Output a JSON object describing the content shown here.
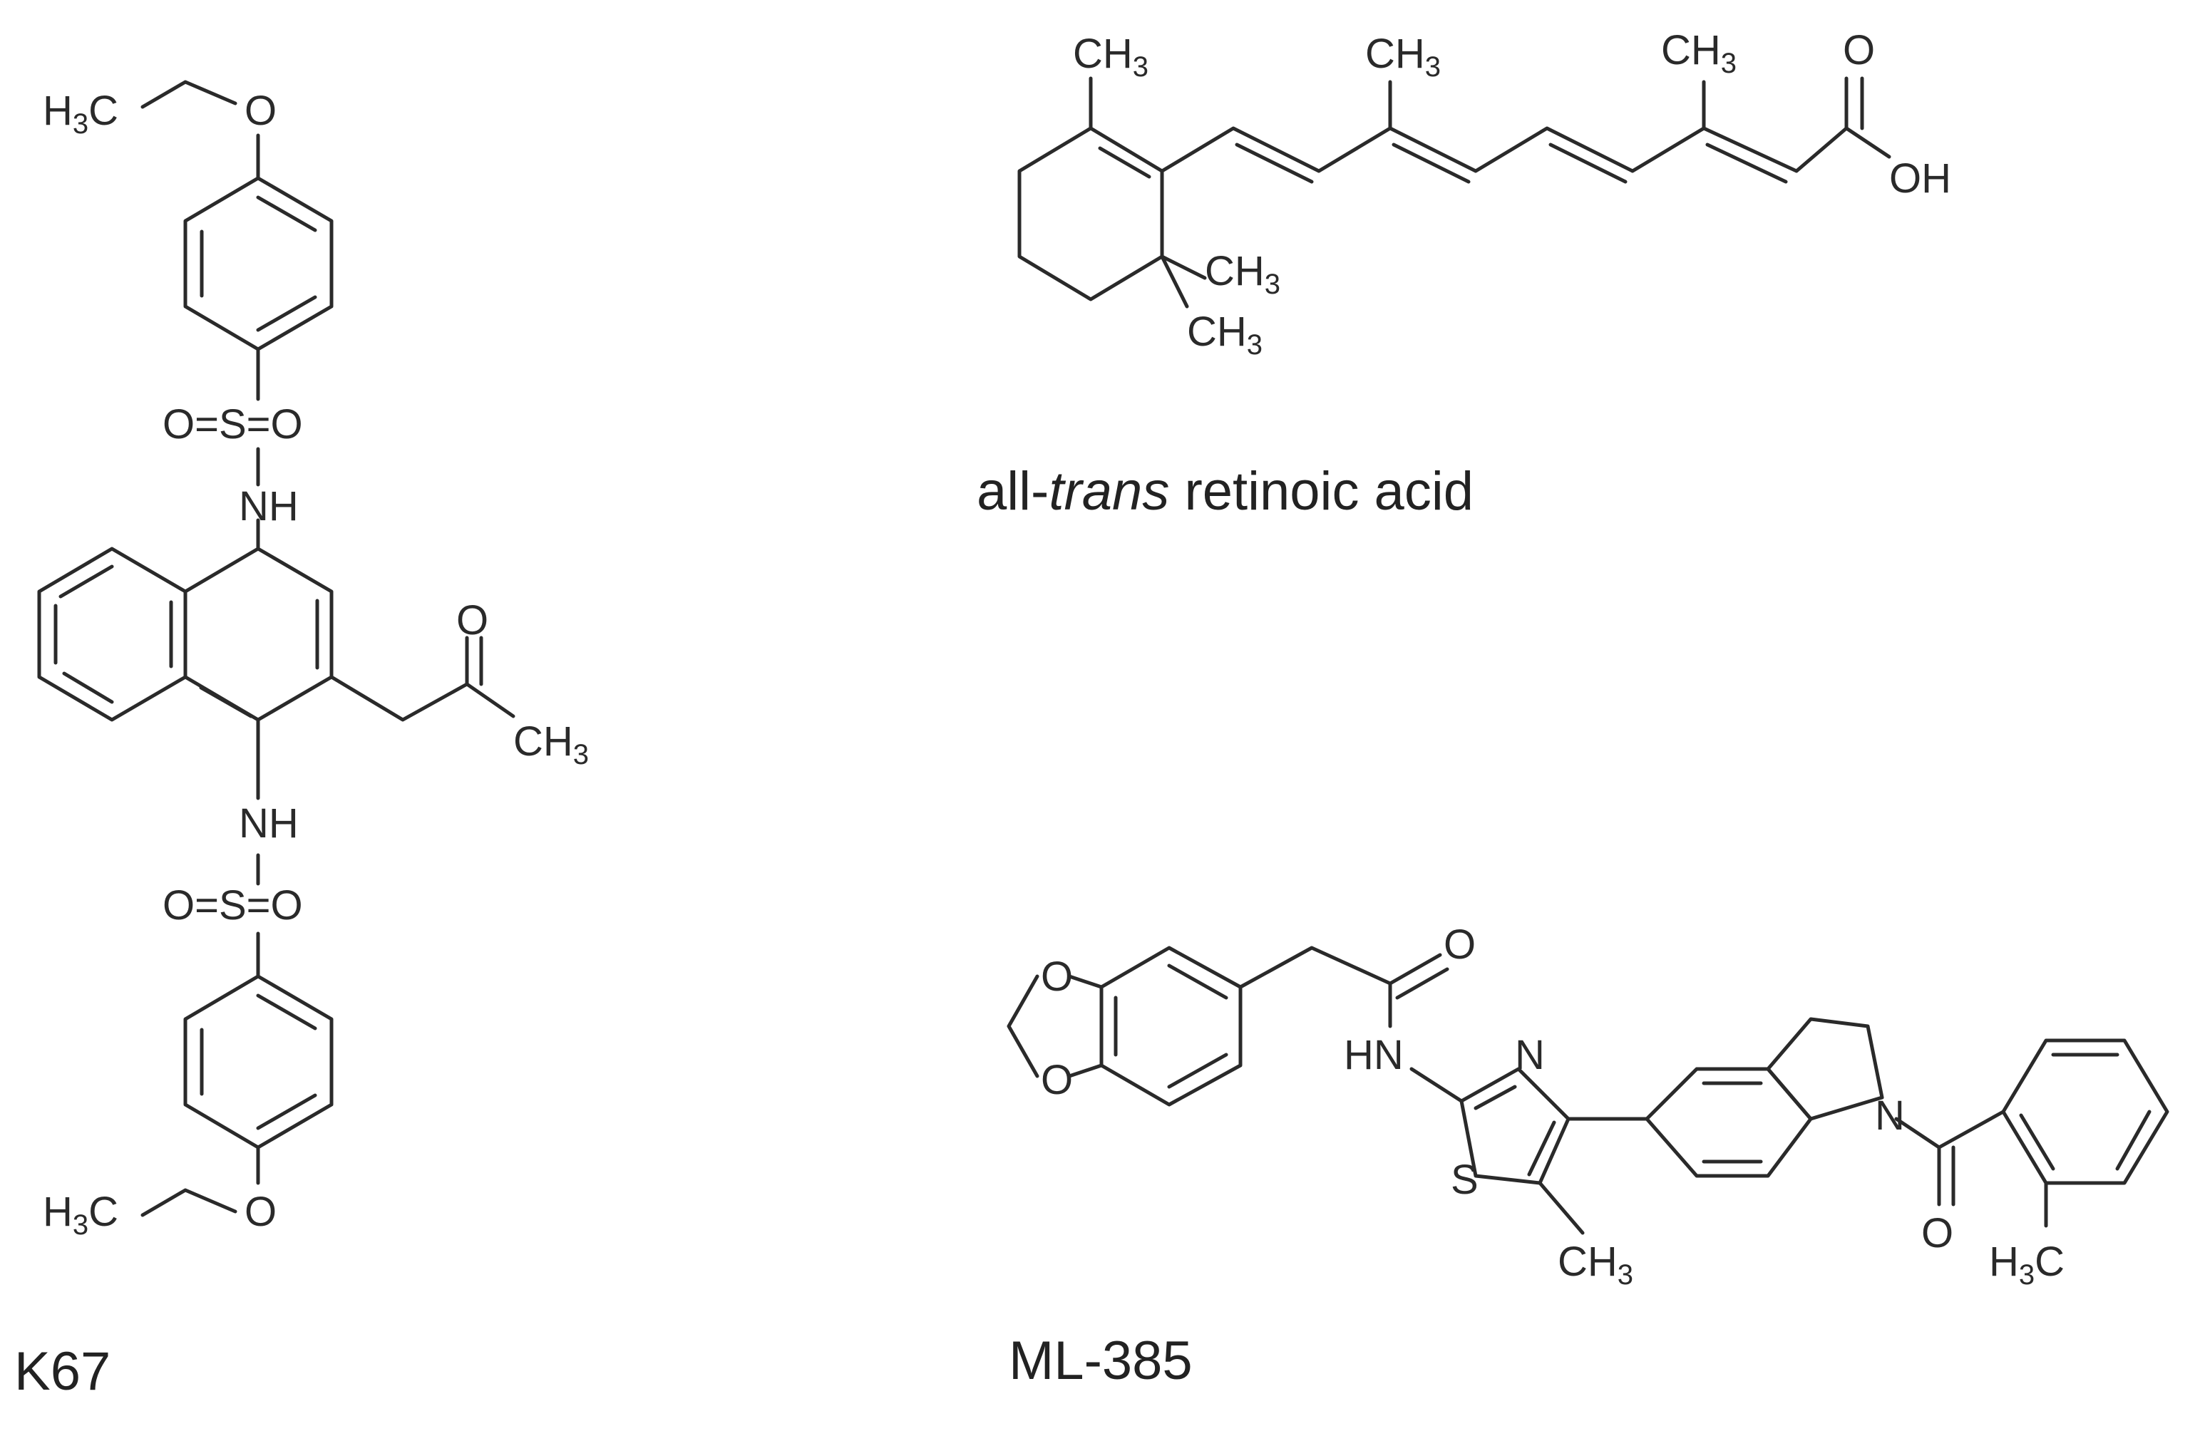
{
  "molecules": [
    {
      "name": "K67",
      "labels": {
        "ethyl_top": "H3C",
        "o_top": "O",
        "so2_top": "O=S=O",
        "nh_top": "NH",
        "ketone_o": "O",
        "ketone_ch3": "CH3",
        "nh_bottom": "NH",
        "so2_bottom": "O=S=O",
        "o_bottom": "O",
        "ethyl_bottom": "H3C"
      }
    },
    {
      "name_prefix": "all-",
      "name_italic": "trans",
      "name_suffix": " retinoic acid",
      "labels": {
        "ring_methyl": "CH3",
        "chain_methyl_1": "CH3",
        "chain_methyl_2": "CH3",
        "acid_o": "O",
        "acid_oh": "OH",
        "gem_methyl_1": "CH3",
        "gem_methyl_2": "CH3"
      }
    },
    {
      "name": "ML-385",
      "labels": {
        "dioxole_o1": "O",
        "dioxole_o2": "O",
        "amide_o": "O",
        "amide_nh": "HN",
        "thiazole_n": "N",
        "thiazole_s": "S",
        "thiazole_ch3": "CH3",
        "indoline_n": "N",
        "benzoyl_o": "O",
        "tolyl_ch3": "H3C"
      }
    }
  ]
}
